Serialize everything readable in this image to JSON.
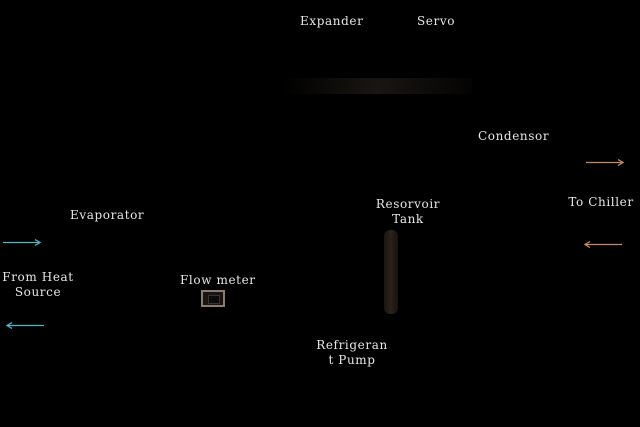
{
  "diagram": {
    "components": {
      "expander": "Expander",
      "servo": "Servo",
      "condensor": "Condensor",
      "to_chiller": "To Chiller",
      "reservoir_line1": "Resorvoir",
      "reservoir_line2": "Tank",
      "evaporator": "Evaporator",
      "from_heat_line1": "From Heat",
      "from_heat_line2": "Source",
      "flow_meter": "Flow meter",
      "pump_line1": "Refrigeran",
      "pump_line2": "t Pump"
    },
    "colors": {
      "background": "#000000",
      "text": "#e6e6e6",
      "chiller_arrows": "#c98a62",
      "heat_source_arrows": "#4fb8c8"
    },
    "icons": {
      "flow_meter": "flow-meter-icon",
      "arrows": "arrow-icon"
    }
  }
}
